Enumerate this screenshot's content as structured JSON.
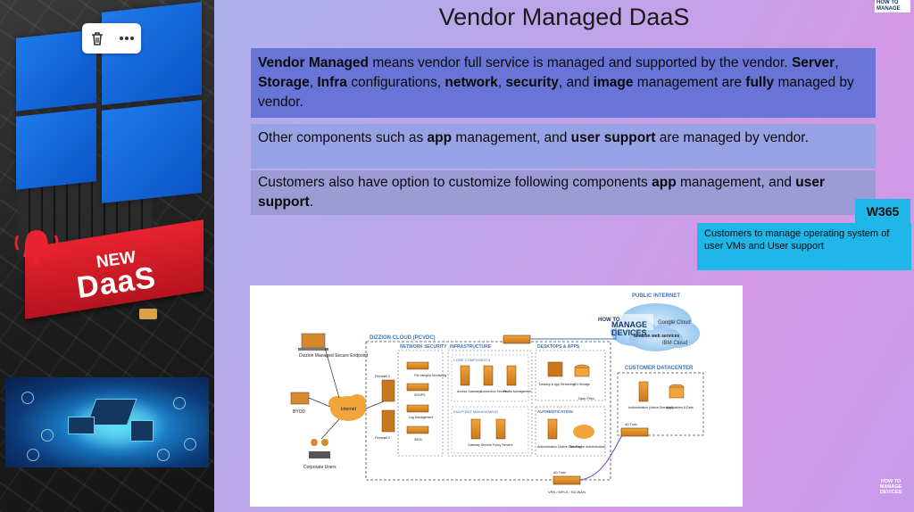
{
  "title": "Vendor Managed DaaS",
  "brand_mark": {
    "line1": "HOW TO",
    "line2": "MANAGE",
    "line3": "DEVICES"
  },
  "left_panel": {
    "icons": [
      "trash-icon",
      "more-icon",
      "bell-icon"
    ],
    "banner_new": "NEW",
    "banner_title": "DaaS"
  },
  "box1": [
    {
      "t": "Vendor Managed",
      "b": true
    },
    {
      "t": " means vendor full service is managed and supported by the vendor. "
    },
    {
      "t": "Server",
      "b": true
    },
    {
      "t": ", "
    },
    {
      "t": "Storage",
      "b": true
    },
    {
      "t": ", "
    },
    {
      "t": "Infra",
      "b": true
    },
    {
      "t": " configurations, "
    },
    {
      "t": "network",
      "b": true
    },
    {
      "t": ", "
    },
    {
      "t": "security",
      "b": true
    },
    {
      "t": ", and "
    },
    {
      "t": "image",
      "b": true
    },
    {
      "t": " management are "
    },
    {
      "t": "fully",
      "b": true
    },
    {
      "t": " managed by vendor."
    }
  ],
  "box2": [
    {
      "t": "Other components such as "
    },
    {
      "t": "app",
      "b": true
    },
    {
      "t": " management, and "
    },
    {
      "t": "user support",
      "b": true
    },
    {
      "t": " are managed by vendor."
    }
  ],
  "box3": [
    {
      "t": "Customers also have option to customize following components "
    },
    {
      "t": "app",
      "b": true
    },
    {
      "t": " management, and "
    },
    {
      "t": "user support",
      "b": true
    },
    {
      "t": "."
    }
  ],
  "w365_label": "W365",
  "callout_text": "Customers to manage operating system of user VMs and User support",
  "diagram": {
    "public_internet": "PUBLIC INTERNET",
    "dizzion_cloud": "DIZZION CLOUD (PCVDC)",
    "network_security": "NETWORK SECURITY",
    "infrastructure": "INFRASTRUCTURE",
    "desktops_apps": "DESKTOPS & APPS",
    "customer_datacenter": "CUSTOMER DATACENTER",
    "core_components": "CORE COMPONENTS",
    "endpoint_management": "ENDPOINT MANAGEMENT",
    "authentication": "AUTHENTICATION",
    "internet": "Internet",
    "dizzion_endpoint": "Dizzion Managed Secure Endpoint",
    "byod": "BYOD",
    "corporate_users": "Corporate Users",
    "firewall1": "Firewall 1",
    "firewall2": "Firewall 2",
    "file_integrity": "File Integrity Monitoring",
    "ids_ips": "IDS/IPS",
    "log_management": "Log Management",
    "siem": "SIEM",
    "access_gateways": "Access Gateways",
    "connection_servers": "Connection Servers",
    "profile_management": "Profile Management",
    "gateway_servers": "Gateway Servers",
    "policy_servers": "Policy Servers",
    "desktop_streaming": "Desktop & App Streaming",
    "vdi_storage": "VDI Storage",
    "auth_ad": "Authentication (Active Directory)",
    "two_factor": "Two Factor Authentication",
    "data_files": "Data / Files",
    "customer_auth": "Authentication (Active Directory)",
    "applications_data": "Applications & Data",
    "ad_trust": "AD Trust",
    "vpn": "VPN / MPLS / SD-WAN",
    "google_cloud": "Google Cloud",
    "amazon": "amazon web services",
    "ibm_cloud": "IBM Cloud"
  }
}
